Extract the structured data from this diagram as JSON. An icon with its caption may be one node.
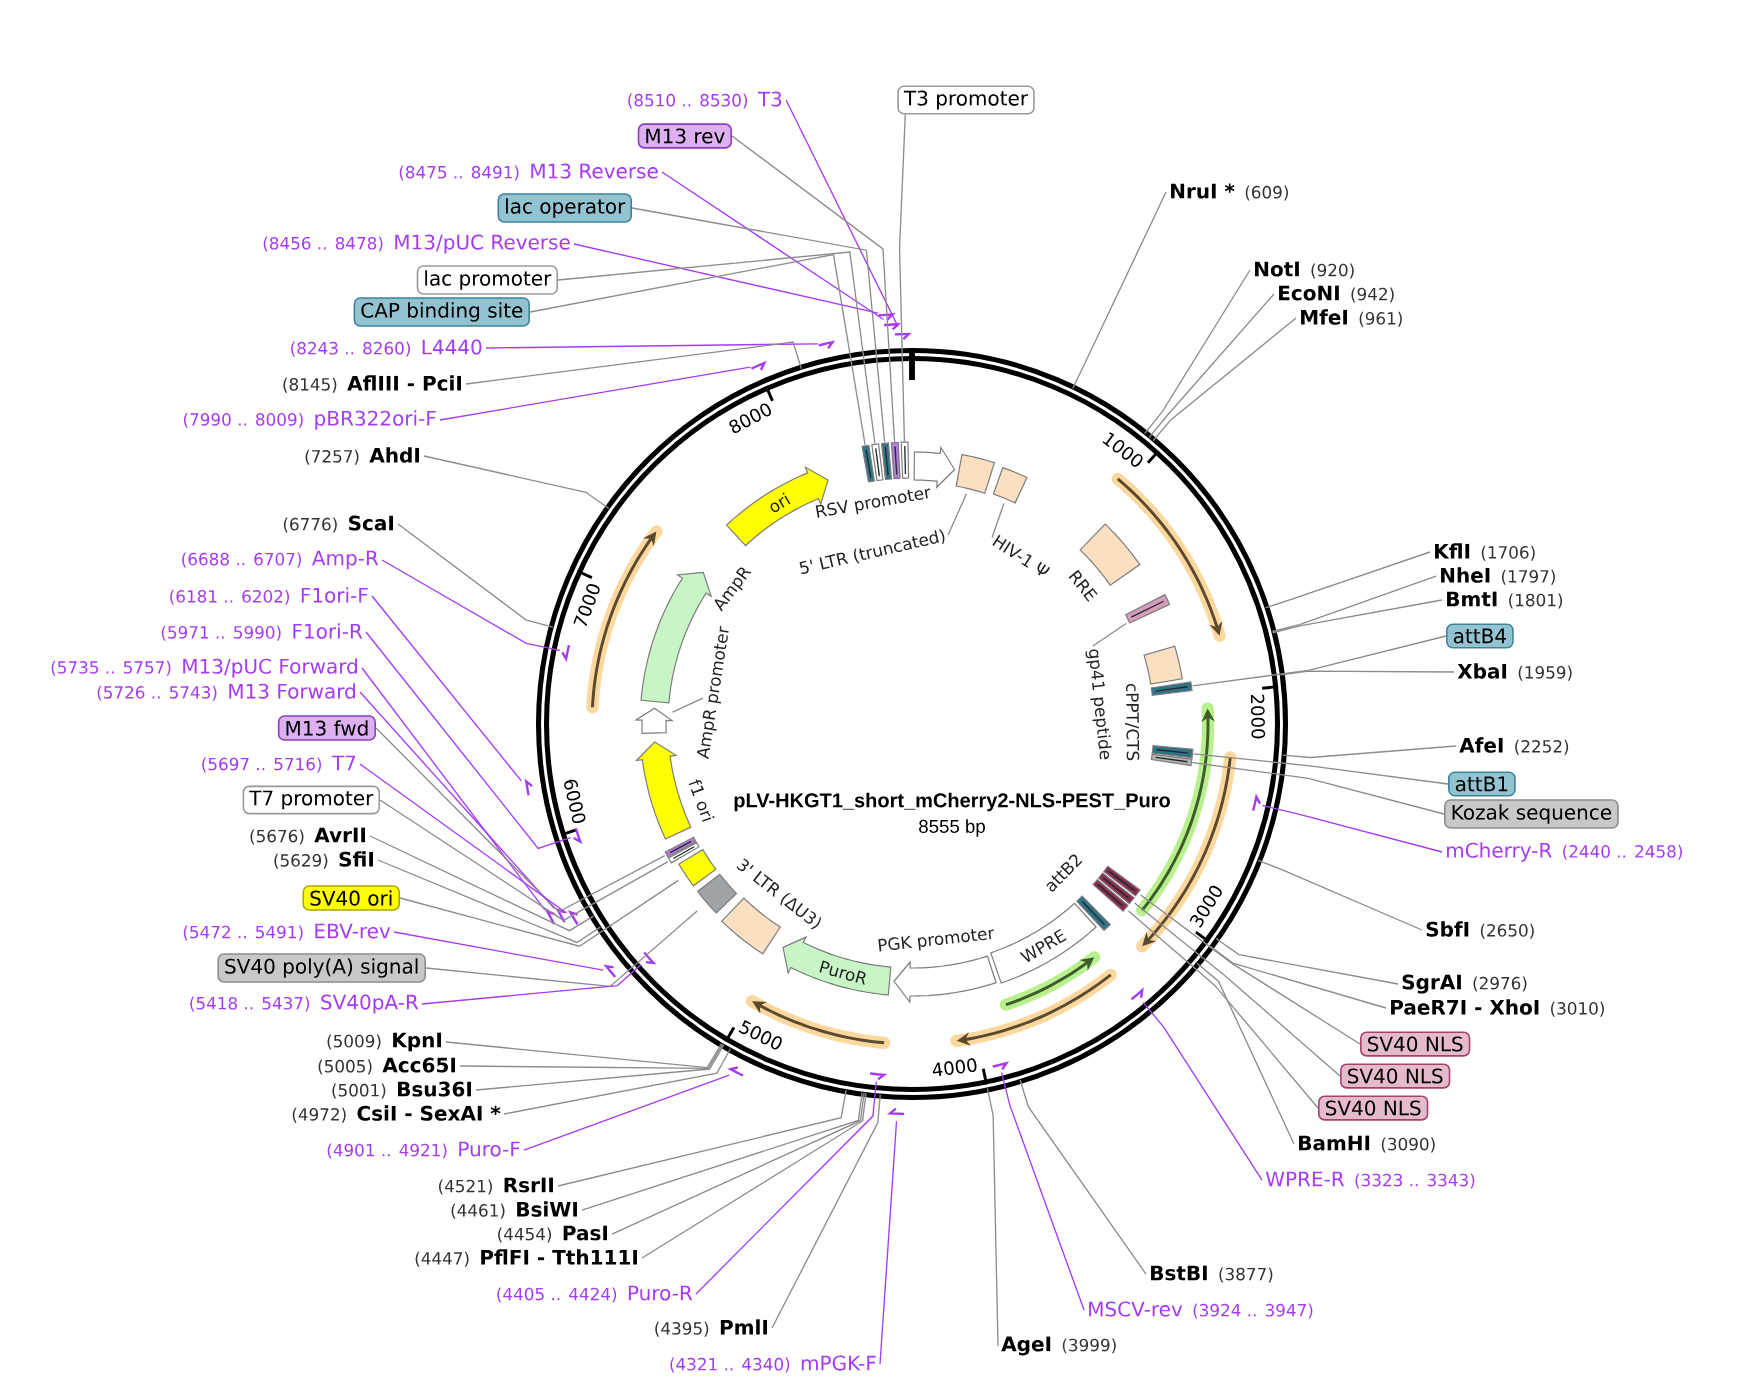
{
  "diagram": {
    "nodes": [
      {
        "text": [
          "pLV-HKGT1_short_mCherry2-NLS-PEST_Puro",
          "8555 bp"
        ]
      },
      {
        "text": [
          "RSV promoter"
        ],
        "in": 0
      },
      {
        "text": [],
        "shape": "box",
        "in": 0
      },
      {
        "text": [
          "5' LTR (truncated)"
        ],
        "in": 0
      },
      {
        "text": [],
        "shape": "box",
        "in": 0
      },
      {
        "text": [
          "HIV-1 Ψ"
        ],
        "in": 0
      },
      {
        "text": [
          "RRE"
        ],
        "in": 0
      },
      {
        "text": [],
        "shape": "bar",
        "in": 0
      },
      {
        "text": [
          "gp41 peptide"
        ],
        "in": 0
      },
      {
        "text": [
          "cPPT/CTS"
        ],
        "in": 0
      },
      {
        "text": [],
        "shape": "bar",
        "in": 0
      },
      {
        "text": [],
        "shape": "bar",
        "in": 0
      },
      {
        "text": [],
        "shape": "bar",
        "in": 0
      },
      {
        "text": [],
        "shape": "bar",
        "in": 0
      },
      {
        "text": [],
        "shape": "bar",
        "in": 0
      },
      {
        "text": [],
        "shape": "bar",
        "in": 0
      },
      {
        "text": [
          "attB2"
        ],
        "in": 0
      },
      {
        "text": [
          "WPRE"
        ],
        "in": 0
      },
      {
        "text": [
          "PGK promoter"
        ],
        "in": 0
      },
      {
        "text": [
          "PuroR"
        ],
        "in": 0
      },
      {
        "text": [
          "3' LTR (ΔU3)"
        ],
        "in": 0
      },
      {
        "text": [],
        "shape": "box",
        "in": 0
      },
      {
        "text": [],
        "shape": "box",
        "in": 0
      },
      {
        "text": [],
        "shape": "bar",
        "in": 0
      },
      {
        "text": [],
        "shape": "bar",
        "in": 0
      },
      {
        "text": [
          "f1 ori"
        ],
        "in": 0
      },
      {
        "text": [],
        "shape": "arrow",
        "in": 0
      },
      {
        "text": [
          "AmpR promoter"
        ],
        "in": 0
      },
      {
        "text": [
          "AmpR"
        ],
        "in": 0
      },
      {
        "text": [
          "ori"
        ],
        "in": 0
      },
      {
        "text": [],
        "shape": "bar",
        "in": 0
      },
      {
        "text": [],
        "shape": "bar",
        "in": 0
      },
      {
        "text": [],
        "shape": "bar",
        "in": 0
      },
      {
        "text": [],
        "shape": "bar",
        "in": 0
      },
      {
        "text": [],
        "shape": "bar",
        "in": 0
      },
      {
        "text": [
          "(8510 .. 8530)",
          "T3"
        ]
      },
      {
        "text": [
          "M13 rev"
        ]
      },
      {
        "text": [
          "(8475 .. 8491)",
          "M13 Reverse"
        ]
      },
      {
        "text": [
          "lac operator"
        ]
      },
      {
        "text": [
          "(8456 .. 8478)",
          "M13/pUC Reverse"
        ]
      },
      {
        "text": [
          "lac promoter"
        ]
      },
      {
        "text": [
          "CAP binding site"
        ]
      },
      {
        "text": [
          "(8243 .. 8260)",
          "L4440"
        ]
      },
      {
        "text": [
          "(8145)",
          "AflIII - PciI"
        ]
      },
      {
        "text": [
          "(7990 .. 8009)",
          "pBR322ori-F"
        ]
      },
      {
        "text": [
          "(7257)",
          "AhdI"
        ]
      },
      {
        "text": [
          "(6776)",
          "ScaI"
        ]
      },
      {
        "text": [
          "(6688 .. 6707)",
          "Amp-R"
        ]
      },
      {
        "text": [
          "(6181 .. 6202)",
          "F1ori-F"
        ]
      },
      {
        "text": [
          "(5971 .. 5990)",
          "F1ori-R"
        ]
      },
      {
        "text": [
          "(5735 .. 5757)",
          "M13/pUC Forward"
        ]
      },
      {
        "text": [
          "(5726 .. 5743)",
          "M13 Forward"
        ]
      },
      {
        "text": [
          "M13 fwd"
        ]
      },
      {
        "text": [
          "(5697 .. 5716)",
          "T7"
        ]
      },
      {
        "text": [
          "T7 promoter"
        ]
      },
      {
        "text": [
          "(5676)",
          "AvrII"
        ]
      },
      {
        "text": [
          "(5629)",
          "SfiI"
        ]
      },
      {
        "text": [
          "SV40 ori"
        ]
      },
      {
        "text": [
          "(5472 .. 5491)",
          "EBV-rev"
        ]
      },
      {
        "text": [
          "SV40 poly(A) signal"
        ]
      },
      {
        "text": [
          "(5418 .. 5437)",
          "SV40pA-R"
        ]
      },
      {
        "text": [
          "(5009)",
          "KpnI"
        ]
      },
      {
        "text": [
          "(5005)",
          "Acc65I"
        ]
      },
      {
        "text": [
          "(5001)",
          "Bsu36I"
        ]
      },
      {
        "text": [
          "(4972)",
          "CsiI - SexAI *"
        ]
      },
      {
        "text": [
          "(4901 .. 4921)",
          "Puro-F"
        ]
      },
      {
        "text": [
          "(4521)",
          "RsrII"
        ]
      },
      {
        "text": [
          "(4461)",
          "BsiWI"
        ]
      },
      {
        "text": [
          "(4454)",
          "PasI"
        ]
      },
      {
        "text": [
          "(4447)",
          "PflFI - Tth111I"
        ]
      },
      {
        "text": [
          "(4405 .. 4424)",
          "Puro-R"
        ]
      },
      {
        "text": [
          "(4395)",
          "PmlI"
        ]
      },
      {
        "text": [
          "(4321 .. 4340)",
          "mPGK-F"
        ]
      },
      {
        "text": [
          "T3 promoter"
        ]
      },
      {
        "text": [
          "NruI *",
          "(609)"
        ]
      },
      {
        "text": [
          "NotI",
          "(920)"
        ]
      },
      {
        "text": [
          "EcoNI",
          "(942)"
        ]
      },
      {
        "text": [
          "MfeI",
          "(961)"
        ]
      },
      {
        "text": [
          "KflI",
          "(1706)"
        ]
      },
      {
        "text": [
          "NheI",
          "(1797)"
        ]
      },
      {
        "text": [
          "BmtI",
          "(1801)"
        ]
      },
      {
        "text": [
          "attB4"
        ]
      },
      {
        "text": [
          "XbaI",
          "(1959)"
        ]
      },
      {
        "text": [
          "AfeI",
          "(2252)"
        ]
      },
      {
        "text": [
          "attB1"
        ]
      },
      {
        "text": [
          "Kozak sequence"
        ]
      },
      {
        "text": [
          "mCherry-R",
          "(2440 .. 2458)"
        ]
      },
      {
        "text": [
          "SbfI",
          "(2650)"
        ]
      },
      {
        "text": [
          "SgrAI",
          "(2976)"
        ]
      },
      {
        "text": [
          "PaeR7I - XhoI",
          "(3010)"
        ]
      },
      {
        "text": [
          "SV40 NLS"
        ]
      },
      {
        "text": [
          "SV40 NLS"
        ]
      },
      {
        "text": [
          "SV40 NLS"
        ]
      },
      {
        "text": [
          "BamHI",
          "(3090)"
        ]
      },
      {
        "text": [
          "WPRE-R",
          "(3323 .. 3343)"
        ]
      },
      {
        "text": [
          "BstBI",
          "(3877)"
        ]
      },
      {
        "text": [
          "MSCV-rev",
          "(3924 .. 3947)"
        ]
      },
      {
        "text": [
          "AgeI",
          "(3999)"
        ]
      },
      {
        "text": [],
        "shape": "arrow"
      },
      {
        "text": [],
        "shape": "arrow"
      },
      {
        "text": [],
        "shape": "arrow"
      },
      {
        "text": [],
        "shape": "arrow"
      },
      {
        "text": [],
        "shape": "arrow"
      },
      {
        "text": [],
        "shape": "arrow",
        "in": 0
      },
      {
        "text": [],
        "shape": "arrow"
      },
      {
        "text": [],
        "shape": "arrow",
        "in": 0
      },
      {
        "text": [],
        "shape": "arrow"
      },
      {
        "text": [],
        "shape": "arrow"
      },
      {
        "text": [],
        "shape": "arrow"
      },
      {
        "text": [],
        "shape": "arrow"
      },
      {
        "text": [],
        "shape": "arrow",
        "in": 0
      },
      {
        "text": [],
        "shape": "arrow"
      },
      {
        "text": [],
        "shape": "arrow",
        "in": 0
      },
      {
        "text": [],
        "shape": "arrow"
      },
      {
        "text": [],
        "shape": "arrow",
        "in": 0
      },
      {
        "text": [],
        "shape": "arrow",
        "in": 0
      },
      {
        "text": [],
        "shape": "arrow",
        "in": 0
      }
    ],
    "edges": [
      {
        "from": 35,
        "to": 98,
        "arrow": "none",
        "color": "#a53bf2"
      },
      {
        "from": 36,
        "to": 33,
        "arrow": "none"
      },
      {
        "from": 37,
        "to": 99,
        "arrow": "none",
        "color": "#a53bf2"
      },
      {
        "from": 38,
        "to": 32,
        "arrow": "none"
      },
      {
        "from": 39,
        "to": 100,
        "arrow": "none",
        "color": "#a53bf2"
      },
      {
        "from": 40,
        "to": 31,
        "arrow": "none"
      },
      {
        "from": 41,
        "to": 30,
        "arrow": "none"
      },
      {
        "from": 42,
        "to": 101,
        "arrow": "none",
        "color": "#a53bf2"
      },
      {
        "from": 43,
        "to": 0,
        "arrow": "none"
      },
      {
        "from": 44,
        "to": 102,
        "arrow": "none",
        "color": "#a53bf2"
      },
      {
        "from": 45,
        "to": 0,
        "arrow": "none"
      },
      {
        "from": 46,
        "to": 0,
        "arrow": "none"
      },
      {
        "from": 47,
        "to": 103,
        "arrow": "none",
        "color": "#a53bf2"
      },
      {
        "from": 48,
        "to": 104,
        "arrow": "none",
        "color": "#a53bf2"
      },
      {
        "from": 49,
        "to": 105,
        "arrow": "none",
        "color": "#a53bf2"
      },
      {
        "from": 50,
        "to": 106,
        "arrow": "none",
        "color": "#a53bf2"
      },
      {
        "from": 51,
        "to": 107,
        "arrow": "none",
        "color": "#a53bf2"
      },
      {
        "from": 52,
        "to": 24,
        "arrow": "none"
      },
      {
        "from": 53,
        "to": 108,
        "arrow": "none",
        "color": "#a53bf2"
      },
      {
        "from": 54,
        "to": 23,
        "arrow": "none"
      },
      {
        "from": 55,
        "to": 0,
        "arrow": "none"
      },
      {
        "from": 56,
        "to": 0,
        "arrow": "none"
      },
      {
        "from": 57,
        "to": 22,
        "arrow": "none"
      },
      {
        "from": 58,
        "to": 109,
        "arrow": "none",
        "color": "#a53bf2"
      },
      {
        "from": 59,
        "to": 21,
        "arrow": "none"
      },
      {
        "from": 60,
        "to": 110,
        "arrow": "none",
        "color": "#a53bf2"
      },
      {
        "from": 61,
        "to": 0,
        "arrow": "none"
      },
      {
        "from": 62,
        "to": 0,
        "arrow": "none"
      },
      {
        "from": 63,
        "to": 0,
        "arrow": "none"
      },
      {
        "from": 64,
        "to": 0,
        "arrow": "none"
      },
      {
        "from": 65,
        "to": 111,
        "arrow": "none",
        "color": "#a53bf2"
      },
      {
        "from": 66,
        "to": 0,
        "arrow": "none"
      },
      {
        "from": 67,
        "to": 0,
        "arrow": "none"
      },
      {
        "from": 68,
        "to": 0,
        "arrow": "none"
      },
      {
        "from": 69,
        "to": 0,
        "arrow": "none"
      },
      {
        "from": 70,
        "to": 112,
        "arrow": "none",
        "color": "#a53bf2"
      },
      {
        "from": 71,
        "to": 0,
        "arrow": "none"
      },
      {
        "from": 72,
        "to": 113,
        "arrow": "none",
        "color": "#a53bf2"
      },
      {
        "from": 73,
        "to": 34,
        "arrow": "none"
      },
      {
        "from": 74,
        "to": 0,
        "arrow": "none"
      },
      {
        "from": 75,
        "to": 0,
        "arrow": "none"
      },
      {
        "from": 76,
        "to": 0,
        "arrow": "none"
      },
      {
        "from": 77,
        "to": 0,
        "arrow": "none"
      },
      {
        "from": 78,
        "to": 0,
        "arrow": "none"
      },
      {
        "from": 79,
        "to": 0,
        "arrow": "none"
      },
      {
        "from": 80,
        "to": 0,
        "arrow": "none"
      },
      {
        "from": 81,
        "to": 10,
        "arrow": "none"
      },
      {
        "from": 82,
        "to": 0,
        "arrow": "none"
      },
      {
        "from": 83,
        "to": 0,
        "arrow": "none"
      },
      {
        "from": 84,
        "to": 11,
        "arrow": "none"
      },
      {
        "from": 85,
        "to": 12,
        "arrow": "none"
      },
      {
        "from": 86,
        "to": 114,
        "arrow": "none",
        "color": "#a53bf2"
      },
      {
        "from": 87,
        "to": 0,
        "arrow": "none"
      },
      {
        "from": 88,
        "to": 0,
        "arrow": "none"
      },
      {
        "from": 89,
        "to": 0,
        "arrow": "none"
      },
      {
        "from": 90,
        "to": 13,
        "arrow": "none"
      },
      {
        "from": 91,
        "to": 14,
        "arrow": "none"
      },
      {
        "from": 92,
        "to": 15,
        "arrow": "none"
      },
      {
        "from": 93,
        "to": 0,
        "arrow": "none"
      },
      {
        "from": 94,
        "to": 115,
        "arrow": "none",
        "color": "#a53bf2"
      },
      {
        "from": 95,
        "to": 0,
        "arrow": "none"
      },
      {
        "from": 96,
        "to": 116,
        "arrow": "none",
        "color": "#a53bf2"
      },
      {
        "from": 97,
        "to": 0,
        "arrow": "none"
      },
      {
        "from": 3,
        "to": 2,
        "arrow": "none"
      },
      {
        "from": 5,
        "to": 4,
        "arrow": "none"
      },
      {
        "from": 8,
        "to": 7,
        "arrow": "none"
      },
      {
        "from": 27,
        "to": 26,
        "arrow": "none"
      }
    ],
    "labels": [
      "1000",
      "2000",
      "3000",
      "4000",
      "5000",
      "6000",
      "7000",
      "8000"
    ]
  }
}
